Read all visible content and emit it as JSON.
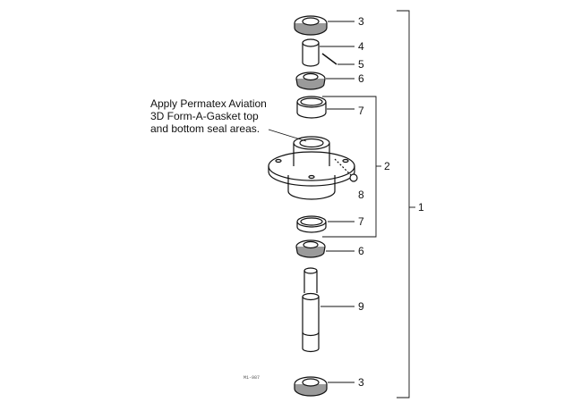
{
  "note": {
    "lines": [
      "Apply Permatex Aviation",
      "3D  Form-A-Gasket  top",
      "and  bottom  seal  areas."
    ]
  },
  "callouts": {
    "c1": "1",
    "c2": "2",
    "c3_top": "3",
    "c3_bottom": "3",
    "c4": "4",
    "c5": "5",
    "c6_top": "6",
    "c6_bottom": "6",
    "c7_top": "7",
    "c7_bottom": "7",
    "c8": "8",
    "c9": "9"
  },
  "figure_code": "M1-987",
  "colors": {
    "ink": "#111111",
    "paper": "#ffffff",
    "shade": "#9a9a9a"
  }
}
